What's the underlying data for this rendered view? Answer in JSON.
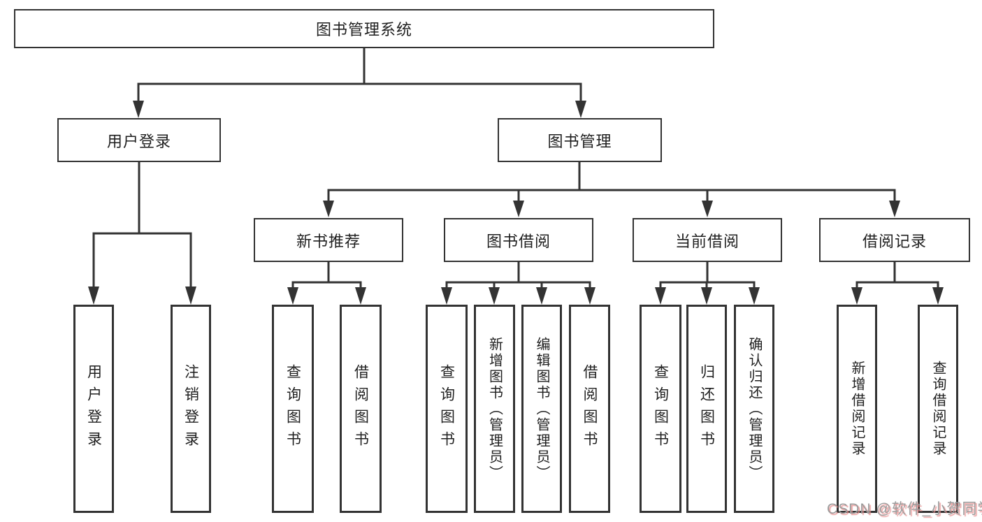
{
  "tree": {
    "root": "图书管理系统",
    "children": [
      {
        "label": "用户登录",
        "children": [
          "用户登录",
          "注销登录"
        ]
      },
      {
        "label": "图书管理",
        "children": [
          {
            "label": "新书推荐",
            "children": [
              "查询图书",
              "借阅图书"
            ]
          },
          {
            "label": "图书借阅",
            "children": [
              "查询图书",
              "新增图书（管理员）",
              "编辑图书（管理员）",
              "借阅图书"
            ]
          },
          {
            "label": "当前借阅",
            "children": [
              "查询图书",
              "归还图书",
              "确认归还（管理员）"
            ]
          },
          {
            "label": "借阅记录",
            "children": [
              "新增借阅记录",
              "查询借阅记录"
            ]
          }
        ]
      }
    ]
  },
  "colors": {
    "line": "#333333",
    "text": "#1f1f1f",
    "background": "#ffffff",
    "watermark": "#9c9c9c",
    "watermark_shadow": "#e88c8c"
  },
  "watermark": {
    "text": "CSDN @软件_小贺同学"
  }
}
